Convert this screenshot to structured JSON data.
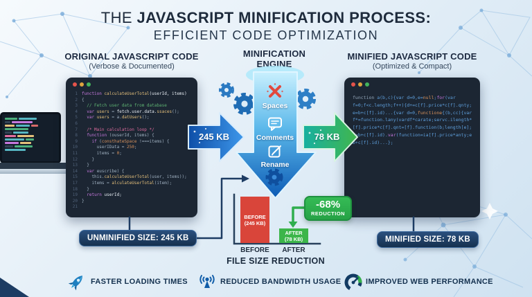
{
  "title": {
    "prefix": "THE ",
    "emphasis": "JAVASCRIPT MINIFICATION PROCESS:",
    "subtitle": "EFFICIENT CODE OPTIMIZATION"
  },
  "original_panel": {
    "heading": "ORIGINAL JAVASCRIPT CODE",
    "subheading": "(Verbose & Documented)",
    "size_badge": "UNMINIFIED SIZE: 245 KB",
    "code_lines": [
      {
        "n": "1",
        "t": [
          [
            "k",
            "function "
          ],
          [
            "f",
            "calculateUserTotal"
          ],
          [
            "w",
            "(userId, items)"
          ]
        ]
      },
      {
        "n": "2",
        "t": [
          [
            "p",
            "{"
          ]
        ]
      },
      {
        "n": "3",
        "t": [
          [
            "c",
            "  // Fetch user data from database"
          ]
        ]
      },
      {
        "n": "4",
        "t": [
          [
            "k",
            "  var "
          ],
          [
            "f",
            "users"
          ],
          [
            "p",
            " = "
          ],
          [
            "w",
            "fetch.user.data."
          ],
          [
            "f",
            "ssaces"
          ],
          [
            "p",
            "();"
          ]
        ]
      },
      {
        "n": "5",
        "t": [
          [
            "k",
            "  var "
          ],
          [
            "f",
            "users"
          ],
          [
            "p",
            " = a."
          ],
          [
            "f",
            "datUsers"
          ],
          [
            "p",
            "();"
          ]
        ]
      },
      {
        "n": "6",
        "t": [
          [
            "p",
            ""
          ]
        ]
      },
      {
        "n": "7",
        "t": [
          [
            "c2",
            "  /* Main calculation loop */"
          ]
        ]
      },
      {
        "n": "8",
        "t": [
          [
            "k",
            "  function "
          ],
          [
            "p",
            "(ouserId, items) {"
          ]
        ]
      },
      {
        "n": "9",
        "t": [
          [
            "p",
            "    "
          ],
          [
            "k",
            "if "
          ],
          [
            "p",
            "("
          ],
          [
            "o",
            "consthateSpace"
          ],
          [
            "p",
            " !===items) {"
          ]
        ]
      },
      {
        "n": "10",
        "t": [
          [
            "p",
            "      userIData = "
          ],
          [
            "n2",
            "250"
          ],
          [
            "p",
            ";"
          ]
        ]
      },
      {
        "n": "11",
        "t": [
          [
            "p",
            "      items = "
          ],
          [
            "n2",
            "0"
          ],
          [
            "p",
            ";"
          ]
        ]
      },
      {
        "n": "12",
        "t": [
          [
            "p",
            "    }"
          ]
        ]
      },
      {
        "n": "13",
        "t": [
          [
            "p",
            "  }"
          ]
        ]
      },
      {
        "n": "14",
        "t": [
          [
            "k",
            "  var "
          ],
          [
            "p",
            "euscribe) {"
          ]
        ]
      },
      {
        "n": "15",
        "t": [
          [
            "p",
            "    this."
          ],
          [
            "f",
            "calculateUserTotal"
          ],
          [
            "p",
            "(user, items));"
          ]
        ]
      },
      {
        "n": "17",
        "t": [
          [
            "p",
            "    items = "
          ],
          [
            "f",
            "alculateUserTotal"
          ],
          [
            "p",
            "(item);"
          ]
        ]
      },
      {
        "n": "18",
        "t": [
          [
            "p",
            "  }"
          ]
        ]
      },
      {
        "n": "19",
        "t": [
          [
            "p",
            "  "
          ],
          [
            "k",
            "return "
          ],
          [
            "w",
            "userId;"
          ]
        ]
      },
      {
        "n": "20",
        "t": [
          [
            "p",
            "}"
          ]
        ]
      },
      {
        "n": "21",
        "t": [
          [
            "p",
            ""
          ]
        ]
      }
    ]
  },
  "engine": {
    "heading_line1": "MINIFICATION",
    "heading_line2": "ENGINE",
    "input_size": "245 KB",
    "output_size": "78 KB",
    "steps": [
      {
        "icon": "remove-x-icon",
        "label": "Spaces"
      },
      {
        "icon": "comments-icon",
        "label": "Comments"
      },
      {
        "icon": "rename-icon",
        "label": "Rename"
      }
    ]
  },
  "minified_panel": {
    "heading": "MINIFIED JAVASCRIPT CODE",
    "subheading": "(Optimized & Compact)",
    "size_badge": "MINIFIED SIZE: 78 KB",
    "code_lines": [
      {
        "t": [
          [
            "p2",
            "function "
          ],
          [
            "b",
            "a(b,c){var d=0,e="
          ],
          [
            "o",
            "null"
          ],
          [
            "b",
            ";"
          ],
          [
            "k",
            "for"
          ],
          [
            "b",
            "(var"
          ]
        ]
      },
      {
        "t": [
          [
            "b",
            "f=0;f<c.length;f++){d+=c[f].price*c[f].qnty;"
          ]
        ]
      },
      {
        "t": [
          [
            "b",
            "e=b+c[f].id)...{var d=0,"
          ],
          [
            "o",
            "functione"
          ],
          [
            "b",
            "{(b,cc){var"
          ]
        ]
      },
      {
        "t": [
          [
            "b",
            "f*=function.lany(vardf*carate;servc.ilength*"
          ]
        ]
      },
      {
        "t": [
          [
            "b",
            "[f].price*c[f].qnt=[f].function(b;length[e];"
          ]
        ]
      },
      {
        "t": [
          [
            "b",
            "e=b+c[f].id)."
          ],
          [
            "k",
            "var"
          ],
          [
            "b",
            "(function=ia[f].price*anty;e"
          ]
        ]
      },
      {
        "t": [
          [
            "b",
            "b+c[f].id)...};"
          ]
        ]
      }
    ]
  },
  "chart_data": {
    "type": "bar",
    "title": "FILE SIZE REDUCTION",
    "categories": [
      "BEFORE",
      "AFTER"
    ],
    "values": [
      245,
      78
    ],
    "unit": "KB",
    "ylim": [
      0,
      260
    ],
    "grid": false,
    "bar_colors": [
      "#d9453a",
      "#3cb54a"
    ],
    "bar_inner_labels": [
      [
        "BEFORE",
        "(245 KB)"
      ],
      [
        "AFTER",
        "(78 KB)"
      ]
    ],
    "annotation": {
      "percent": "-68%",
      "label": "REDUCTION"
    }
  },
  "benefits": [
    {
      "icon": "rocket-icon",
      "label": "FASTER LOADING TIMES"
    },
    {
      "icon": "antenna-icon",
      "label": "REDUCED BANDWIDTH USAGE"
    },
    {
      "icon": "speedometer-icon",
      "label": "IMPROVED WEB PERFORMANCE"
    }
  ],
  "colors": {
    "accent_blue": "#1565c0",
    "accent_green": "#3cb54a",
    "alert_red": "#d9453a",
    "badge_navy": "#1d3c63",
    "window_dots": [
      "#e5534b",
      "#dfa43e",
      "#43b35c"
    ]
  }
}
